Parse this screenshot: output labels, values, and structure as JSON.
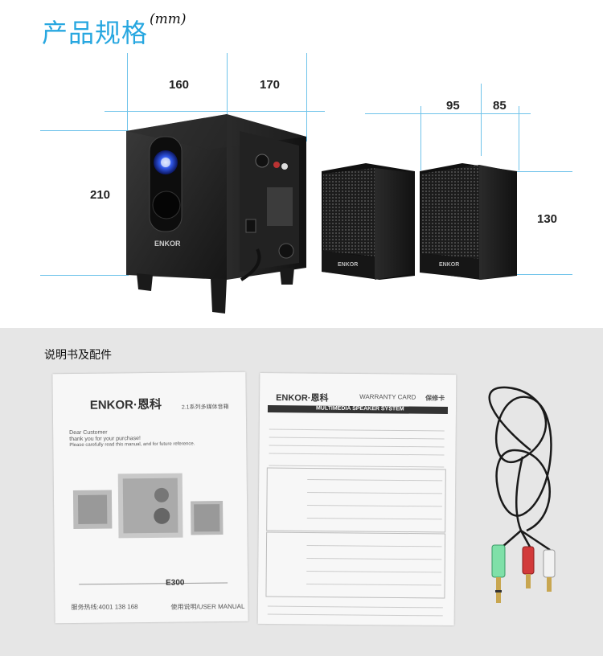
{
  "header": {
    "title": "产品规格",
    "unit": "(mm)"
  },
  "dimensions": {
    "subwoofer_width": "160",
    "subwoofer_depth": "170",
    "subwoofer_height": "210",
    "satellite_width": "95",
    "satellite_depth": "85",
    "satellite_height": "130"
  },
  "product": {
    "brand": "ENKOR"
  },
  "accessories": {
    "title": "说明书及配件",
    "manual": {
      "brand": "ENKOR·恩科",
      "subtitle": "2.1系列多媒体音箱",
      "greeting": "Dear Customer",
      "thanks": "thank you for your purchase!",
      "note": "Please carefully read this manual, and for future reference.",
      "model": "E300",
      "hotline": "服务热线:4001 138 168",
      "footer": "使用说明/USER MANUAL"
    },
    "card": {
      "brand": "ENKOR·恩科",
      "title": "WARRANTY CARD",
      "title_cn": "保修卡",
      "band": "MULTIMEDIA SPEAKER SYSTEM"
    }
  },
  "colors": {
    "accent": "#27a7e0",
    "guide_line": "#6fc3ea",
    "panel_bg": "#e6e6e6"
  }
}
